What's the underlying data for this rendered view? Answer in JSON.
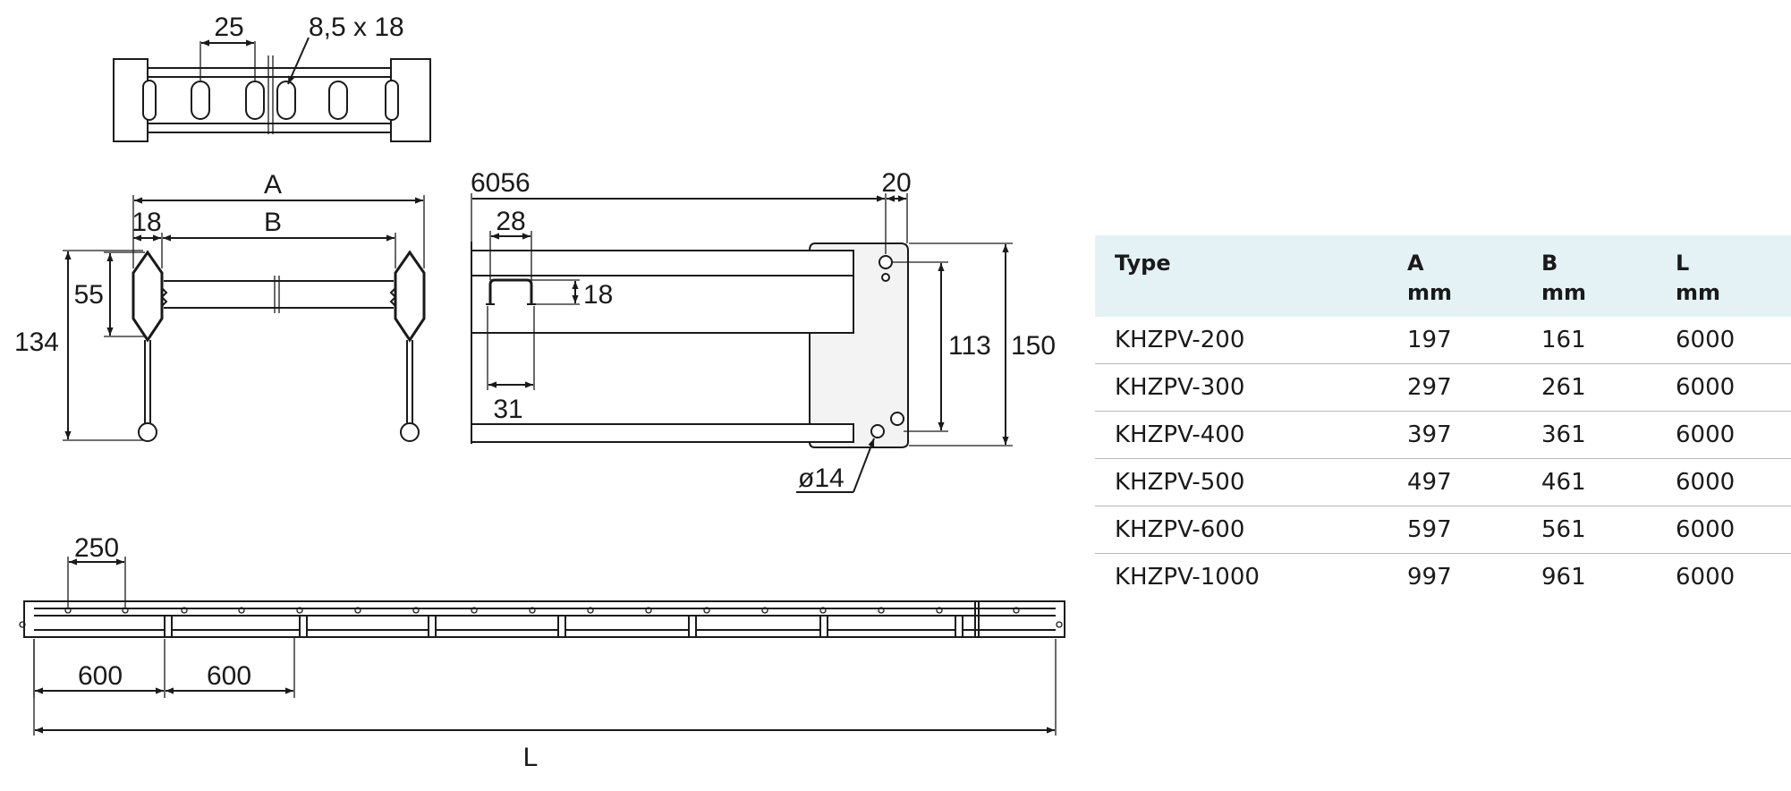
{
  "labels": {
    "slot_pitch": "25",
    "slot_size": "8,5 x 18",
    "width_A": "A",
    "width_B": "B",
    "side_18": "18",
    "height_55": "55",
    "height_134": "134",
    "length_6056": "6056",
    "offset_20": "20",
    "profile_28": "28",
    "profile_18": "18",
    "profile_31": "31",
    "height_113": "113",
    "height_150": "150",
    "hole_dia": "ø14",
    "hole_pitch": "250",
    "rung_600_a": "600",
    "rung_600_b": "600",
    "length_L": "L"
  },
  "table": {
    "headers": [
      {
        "name": "Type",
        "unit": ""
      },
      {
        "name": "A",
        "unit": "mm"
      },
      {
        "name": "B",
        "unit": "mm"
      },
      {
        "name": "L",
        "unit": "mm"
      }
    ],
    "rows": [
      [
        "KHZPV-200",
        "197",
        "161",
        "6000"
      ],
      [
        "KHZPV-300",
        "297",
        "261",
        "6000"
      ],
      [
        "KHZPV-400",
        "397",
        "361",
        "6000"
      ],
      [
        "KHZPV-500",
        "497",
        "461",
        "6000"
      ],
      [
        "KHZPV-600",
        "597",
        "561",
        "6000"
      ],
      [
        "KHZPV-1000",
        "997",
        "961",
        "6000"
      ]
    ]
  },
  "colors": {
    "table_header_bg": "#e5f2f5",
    "line": "#1a1a1a",
    "row_divider": "#b9b9b9"
  }
}
